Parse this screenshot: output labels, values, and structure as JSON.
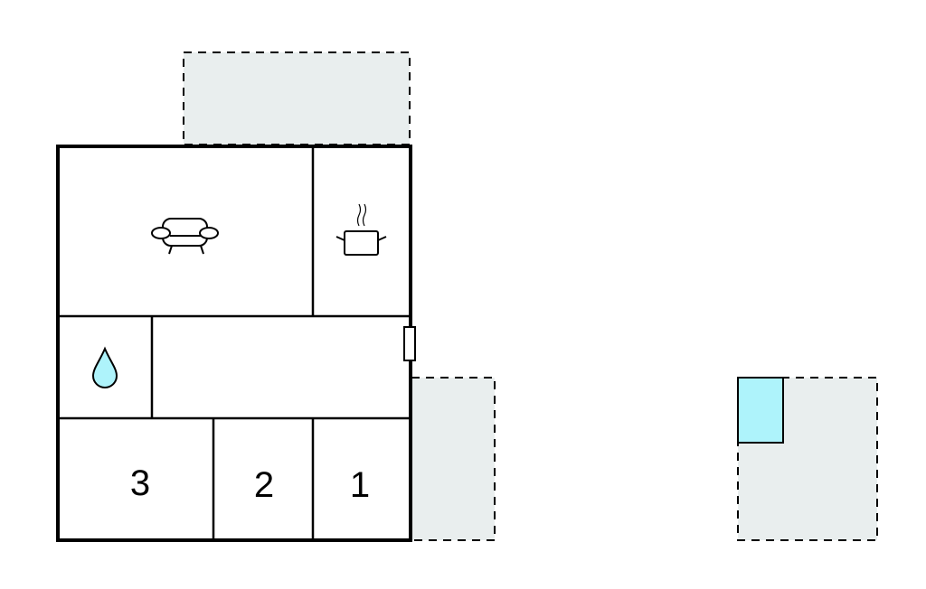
{
  "plan": {
    "rooms": [
      {
        "label": "3",
        "type": "bedroom"
      },
      {
        "label": "2",
        "type": "bedroom"
      },
      {
        "label": "1",
        "type": "bedroom"
      }
    ],
    "icons": [
      "sofa-icon",
      "cooking-pot-icon",
      "water-drop-icon"
    ],
    "colors": {
      "wall": "#000000",
      "terrace": "#e9eeee",
      "water": "#aef3fb"
    }
  }
}
